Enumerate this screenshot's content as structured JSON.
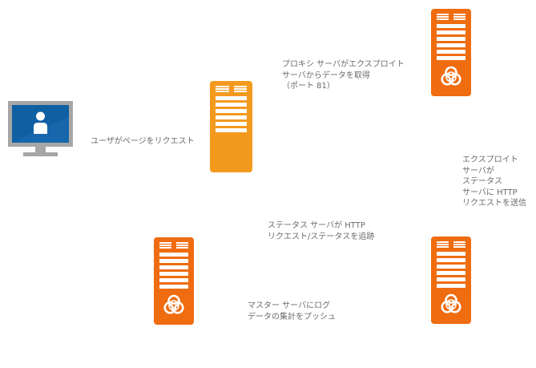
{
  "colors": {
    "proxy_server": "#f39a1e",
    "exploit_server": "#ef6c10",
    "monitor_frame": "#a6a6a6",
    "monitor_screen": "#0f5fa3",
    "label_text": "#6b6b6b"
  },
  "nodes": {
    "user_computer": {
      "icon": "monitor-user-icon"
    },
    "proxy_server": {
      "icon": "server-icon"
    },
    "exploit_server": {
      "icon": "biohazard-server-icon"
    },
    "status_server": {
      "icon": "biohazard-server-icon"
    },
    "master_server": {
      "icon": "biohazard-server-icon"
    }
  },
  "labels": {
    "user_request": [
      "ユーザがページをリクエスト"
    ],
    "proxy_fetch": [
      "プロキシ サーバがエクスプロイト",
      "サーバからデータを取得",
      "（ポート 81）"
    ],
    "exploit_send": [
      "エクスプロイト",
      "サーバが",
      "ステータス",
      "サーバに HTTP",
      "リクエストを送信"
    ],
    "status_track": [
      "ステータス サーバが HTTP",
      "リクエスト/ステータスを追跡"
    ],
    "master_push": [
      "マスター サーバにログ",
      "データの集計をプッシュ"
    ]
  }
}
